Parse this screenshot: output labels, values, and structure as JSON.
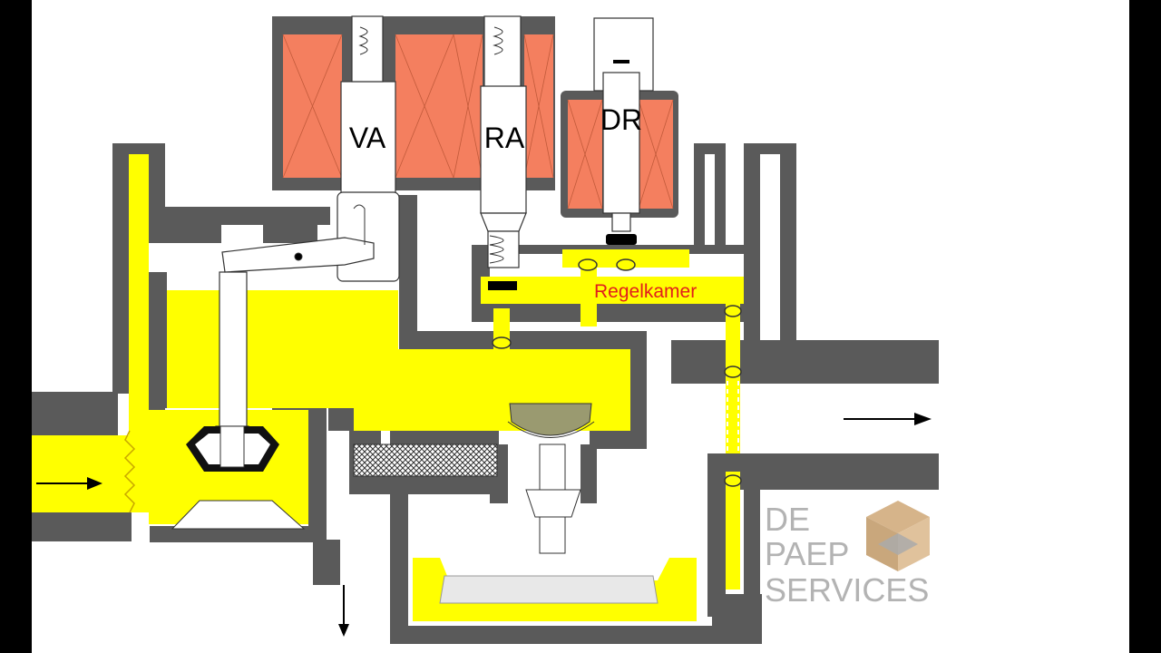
{
  "labels": {
    "va": "VA",
    "ra": "RA",
    "dr": "DR",
    "regelkamer": "Regelkamer"
  },
  "logo": {
    "line1": "DE",
    "line2": "PAEP",
    "line3": "SERVICES"
  },
  "colors": {
    "gas": "#ffff00",
    "body": "#5a5a5a",
    "coil": "#f47f5f",
    "label_red": "#e11d1d",
    "logo_gray": "#b3b3b3",
    "logo_tan": "#c9a77c"
  }
}
